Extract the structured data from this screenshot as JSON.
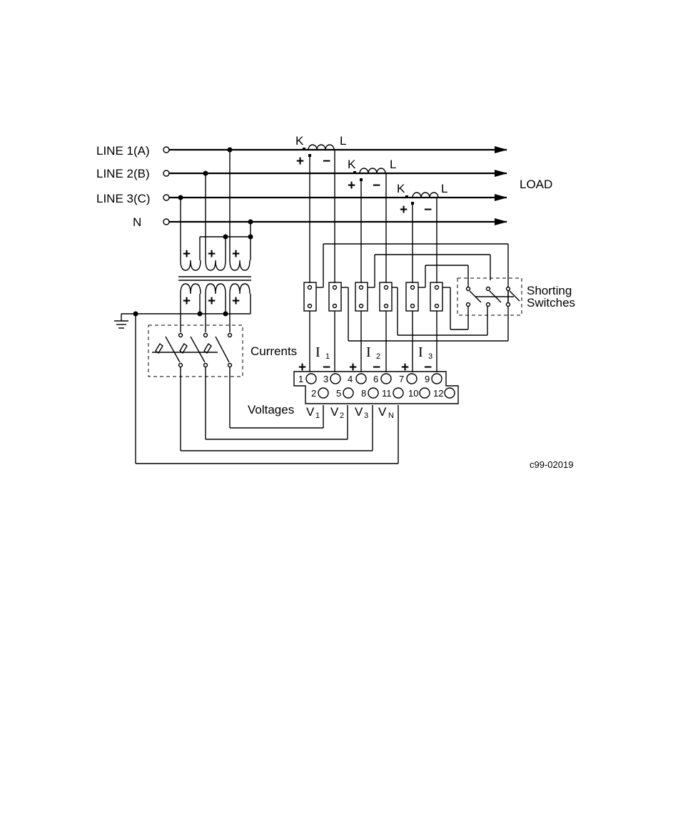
{
  "lines": {
    "line1": "LINE  1(A)",
    "line2": "LINE  2(B)",
    "line3": "LINE  3(C)",
    "neutral": "N",
    "load": "LOAD"
  },
  "ct_labels": {
    "k": "K",
    "l": "L"
  },
  "polarity": {
    "plus": "+",
    "minus": "−"
  },
  "shorting": {
    "line1": "Shorting",
    "line2": "Switches"
  },
  "currents": {
    "label": "Currents",
    "i": "I",
    "i1_sub": "1",
    "i2_sub": "2",
    "i3_sub": "3"
  },
  "terminals": {
    "top": [
      "1",
      "3",
      "4",
      "6",
      "7",
      "9"
    ],
    "bottom": [
      "2",
      "5",
      "8",
      "11",
      "10",
      "12"
    ]
  },
  "voltages": {
    "label": "Voltages",
    "v": "V",
    "v1_sub": "1",
    "v2_sub": "2",
    "v3_sub": "3",
    "vn_sub": "N"
  },
  "figure_id": "c99-02019"
}
